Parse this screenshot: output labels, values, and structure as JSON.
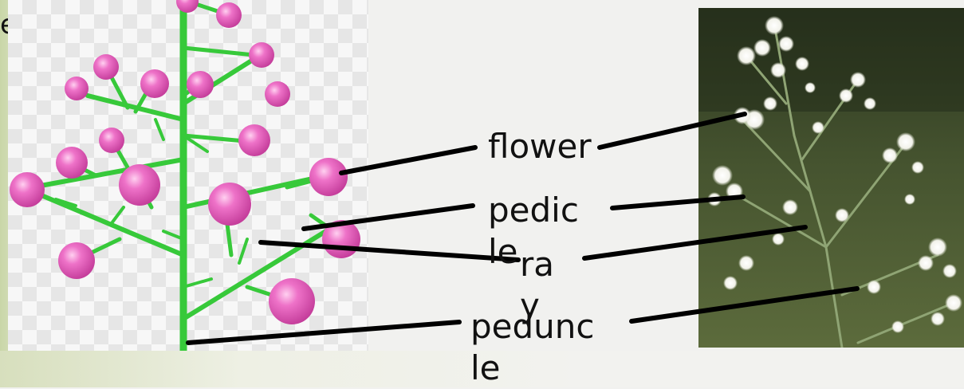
{
  "partial_letter": "e",
  "labels": {
    "flower": "flower",
    "pedicle_line1": "pedic",
    "pedicle_line2": "le",
    "ray_line1": "ra",
    "ray_line2": "y",
    "peduncle_line1": "pedunc",
    "peduncle_line2": "le"
  },
  "colors": {
    "flower_bud": "#e85fc0",
    "stem": "#37c93a",
    "leader_line": "#000000",
    "photo_background": "#3c4a2a",
    "photo_flower": "#ffffff"
  }
}
